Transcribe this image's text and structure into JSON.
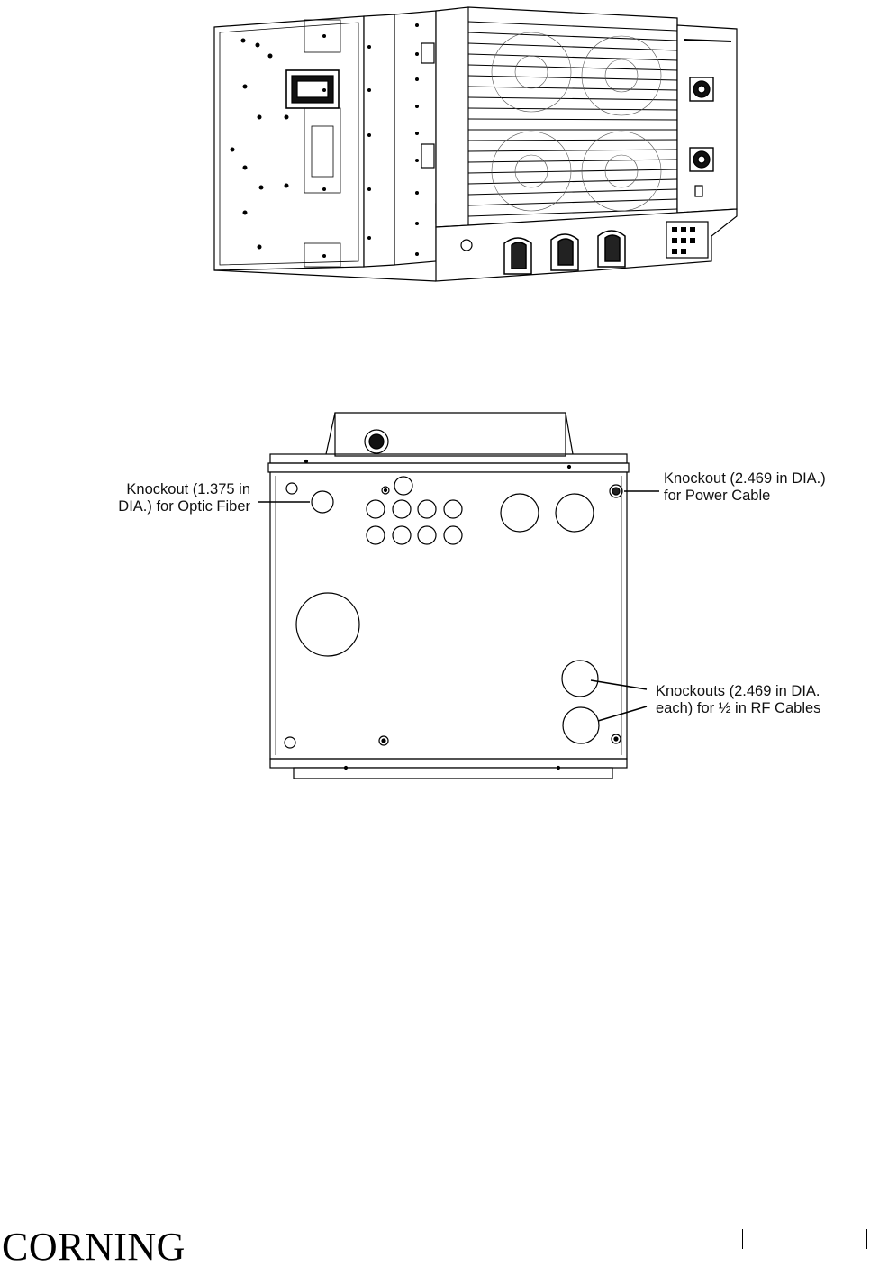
{
  "callouts": {
    "optic_fiber": {
      "line1": "Knockout (1.375 in",
      "line2": "DIA.) for Optic Fiber"
    },
    "power_cable": {
      "line1": "Knockout (2.469 in DIA.)",
      "line2": "for Power Cable"
    },
    "rf_cables": {
      "line1": "Knockouts (2.469 in DIA.",
      "line2": "each) for ½ in RF Cables"
    }
  },
  "footer": {
    "logo": "CORNING"
  }
}
